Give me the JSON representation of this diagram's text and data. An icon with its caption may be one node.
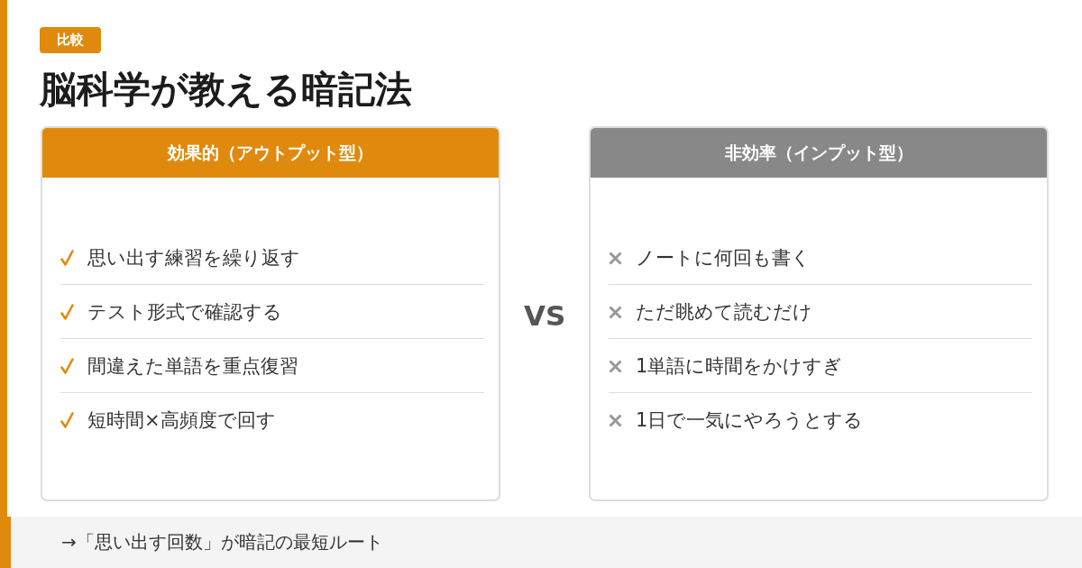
{
  "diagram": {
    "title": "脳科学が教える暗記法",
    "nodes": [
      {
        "text": [
          "比較"
        ]
      },
      {
        "text": [
          "効果的（アウトプット型）"
        ]
      },
      {
        "text": [
          "思い出す練習を繰り返す"
        ],
        "in": 1
      },
      {
        "text": [
          "テスト形式で確認する"
        ],
        "in": 1
      },
      {
        "text": [
          "間違えた単語を重点復習"
        ],
        "in": 1
      },
      {
        "text": [
          "短時間×高頻度で回す"
        ],
        "in": 1
      },
      {
        "text": [
          "非効率（インプット型）"
        ]
      },
      {
        "text": [
          "ノートに何回も書く"
        ],
        "in": 6
      },
      {
        "text": [
          "ただ眺めて読むだけ"
        ],
        "in": 6
      },
      {
        "text": [
          "1単語に時間をかけすぎ"
        ],
        "in": 6
      },
      {
        "text": [
          "1日で一気にやろうとする"
        ],
        "in": 6
      },
      {
        "text": [
          "→「思い出す回数」が暗記の最短ルート"
        ]
      }
    ],
    "edges": [],
    "labels": [
      "VS"
    ]
  }
}
